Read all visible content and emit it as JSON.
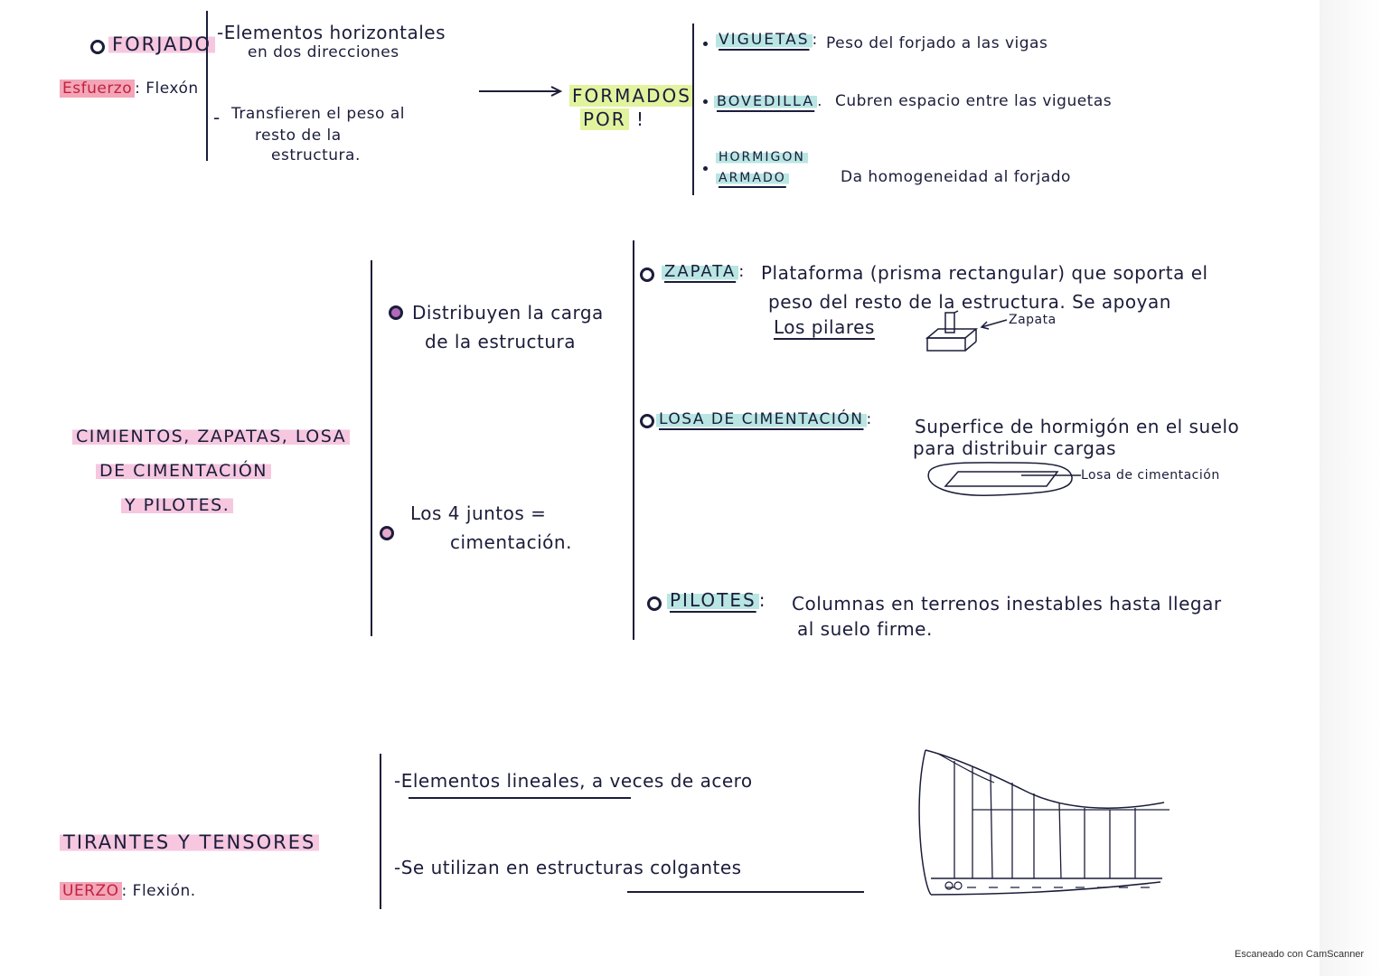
{
  "forjado": {
    "title": "FORJADO",
    "esfuerzo_label": "Esfuerzo",
    "esfuerzo_value": ": Flexón",
    "desc1_line1": "-Elementos horizontales",
    "desc1_line2": "en dos direcciones",
    "desc2_dash": "-",
    "desc2_line1": "Transfieren el peso al",
    "desc2_line2": "resto de la",
    "desc2_line3": "estructura.",
    "formados_line1": "FORMADOS",
    "formados_line2": "POR",
    "items": [
      {
        "term": "VIGUETAS",
        "desc": "Peso del forjado a las vigas"
      },
      {
        "term": "BOVEDILLA",
        "desc": "Cubren espacio entre las viguetas"
      },
      {
        "term_line1": "HORMIGON",
        "term_line2": "ARMADO",
        "desc": "Da homogeneidad al forjado"
      }
    ]
  },
  "cimientos": {
    "title_line1": "CIMIENTOS, ZAPATAS, LOSA",
    "title_line2": "DE CIMENTACIÓN",
    "title_line3": "Y PILOTES.",
    "point1_line1": "Distribuyen la carga",
    "point1_line2": "de la estructura",
    "point2_line1": "Los 4 juntos =",
    "point2_line2": "cimentación.",
    "zapata": {
      "term": "ZAPATA",
      "desc_line1": "Plataforma (prisma rectangular) que soporta el",
      "desc_line2": "peso del resto de la estructura. Se apoyan",
      "desc_line3": "Los pilares",
      "sketch_label": "Zapata"
    },
    "losa": {
      "term": "LOSA DE CIMENTACIÓN",
      "desc_line1": "Superfice de hormigón en el suelo",
      "desc_line2": "para distribuir cargas",
      "sketch_label": "Losa de cimentación"
    },
    "pilotes": {
      "term": "PILOTES",
      "desc_line1": "Columnas en terrenos inestables hasta llegar",
      "desc_line2": "al suelo firme."
    }
  },
  "tirantes": {
    "title": "TIRANTES Y TENSORES",
    "esfuerzo_label": "UERZO",
    "esfuerzo_value": ": Flexión.",
    "point1": "-Elementos lineales, a veces de acero",
    "point2": "-Se utilizan en estructuras colgantes"
  },
  "footer": {
    "scanner": "Escaneado con CamScanner"
  },
  "colors": {
    "ink": "#1b1d3a",
    "highlight_pink": "#f6c7df",
    "highlight_teal": "#b9e6e3",
    "highlight_lime": "#e2f39e",
    "highlight_red": "#f3a6b8"
  }
}
